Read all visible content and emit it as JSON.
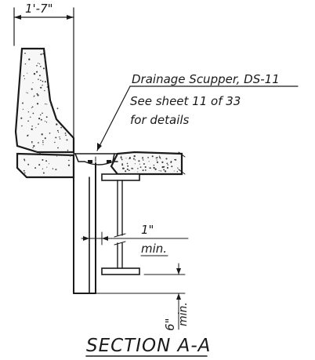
{
  "dimensions": {
    "top_width": "1'-7\"",
    "gap_label_line1": "1\"",
    "gap_label_line2": "min.",
    "bottom_clearance_line1": "6\"",
    "bottom_clearance_line2": "min."
  },
  "callout": {
    "line1": "Drainage Scupper, DS-11",
    "line2": "See sheet 11 of 33",
    "line3": "for details"
  },
  "section_title": "SECTION A-A",
  "colors": {
    "ink": "#1a1a1a",
    "fill": "#f7f7f7"
  }
}
